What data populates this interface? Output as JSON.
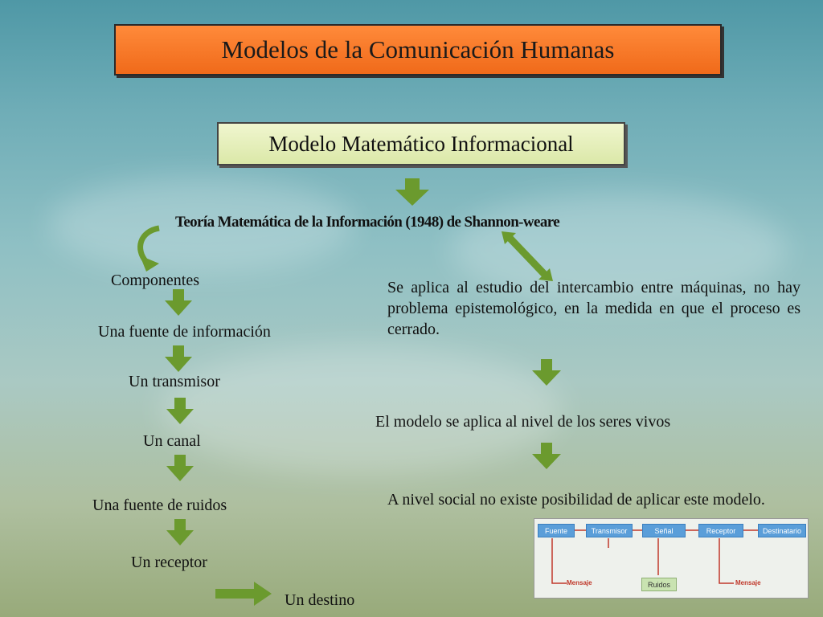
{
  "title": "Modelos de la Comunicación Humanas",
  "subtitle": "Modelo Matemático Informacional",
  "theory": "Teoría Matemática de la Información (1948) de Shannon-weare",
  "components": {
    "heading": "Componentes",
    "items": [
      "Una fuente de información",
      "Un transmisor",
      "Un canal",
      "Una fuente de ruidos",
      "Un receptor",
      "Un destino"
    ]
  },
  "right": {
    "para1": "Se aplica al estudio del intercambio entre máquinas, no hay problema epistemológico, en la medida en que el proceso es cerrado.",
    "para2": "El modelo se aplica al nivel de los seres vivos",
    "para3": "A nivel social no existe posibilidad de aplicar este modelo."
  },
  "figure": {
    "nodes": [
      "Fuente",
      "Transmisor",
      "Señal",
      "Receptor",
      "Destinatario"
    ],
    "mensaje_label": "Mensaje",
    "noise_label": "Ruidos"
  },
  "colors": {
    "arrow": "#6b9a2e",
    "title_bg": "#f07a2a",
    "subtitle_bg": "#e4eeb8"
  }
}
